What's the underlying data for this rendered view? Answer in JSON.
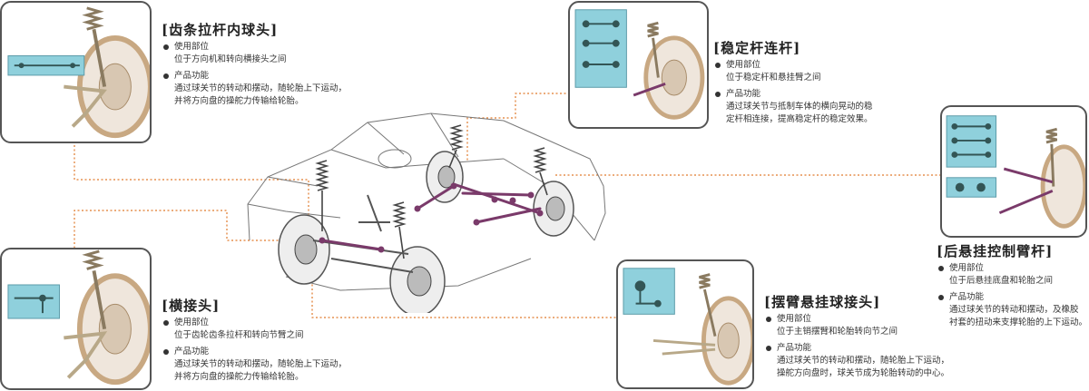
{
  "labels": {
    "usage_heading": "使用部位",
    "function_heading": "产品功能"
  },
  "parts": {
    "rack_end": {
      "title": "[齿条拉杆内球头]",
      "usage": "位于方向机和转向横接头之间",
      "function_lines": [
        "通过球关节的转动和摆动，随轮胎上下运动，",
        "并将方向盘的操舵力传输给轮胎。"
      ]
    },
    "stabilizer_link": {
      "title": "[稳定杆连杆]",
      "usage": "位于稳定杆和悬挂臂之间",
      "function_lines": [
        "通过球关节与抵制车体的横向晃动的稳",
        "定杆相连接，提高稳定杆的稳定效果。"
      ]
    },
    "tie_rod_end": {
      "title": "[横接头]",
      "usage": "位于齿轮齿条拉杆和转向节臂之间",
      "function_lines": [
        "通过球关节的转动和摆动，随轮胎上下运动，",
        "并将方向盘的操舵力传输给轮胎。"
      ]
    },
    "ball_joint": {
      "title": "[摆臂悬挂球接头]",
      "usage": "位于主销摆臂和轮胎转向节之间",
      "function_lines": [
        "通过球关节的转动和摆动，随轮胎上下运动，",
        "操舵方向盘时，球关节成为轮胎转动的中心。"
      ]
    },
    "rear_control_arm": {
      "title": "[后悬挂控制臂杆]",
      "usage": "位于后悬挂底盘和轮胎之间",
      "function_lines": [
        "通过球关节的转动和摆动，及橡胶",
        "衬套的扭动来支撑轮胎的上下运动。"
      ]
    }
  },
  "colors": {
    "leader_line": "#e07a2c",
    "highlight_part": "#7a3a6a",
    "thumb_bg": "#8fd0dc",
    "wheel": "#c8a882",
    "spring": "#8a7a60"
  }
}
